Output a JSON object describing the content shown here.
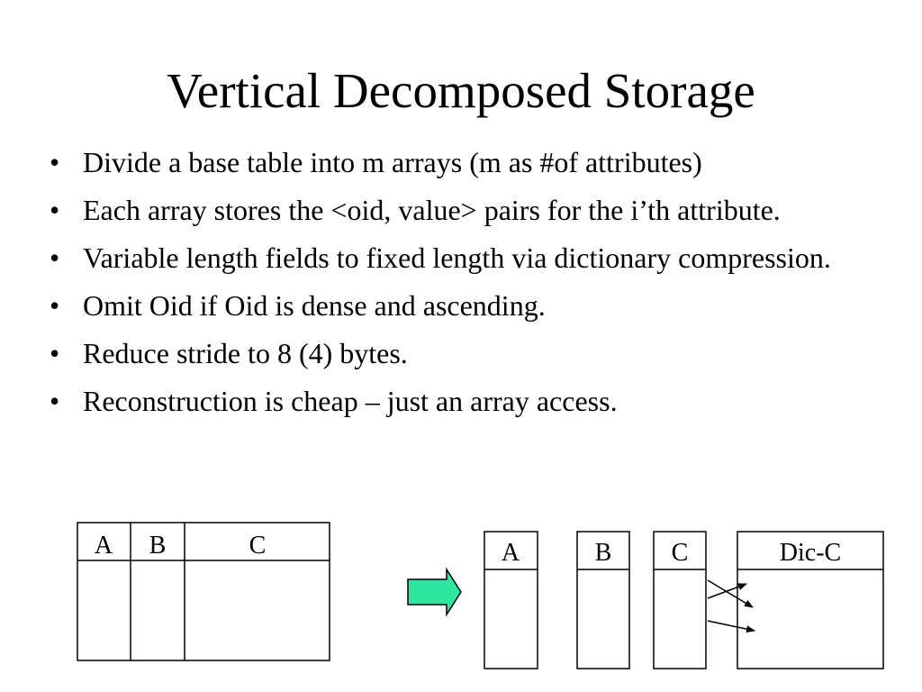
{
  "slide": {
    "title": "Vertical Decomposed Storage",
    "bullet_glyph": "•",
    "bullets": [
      "Divide a base table into m arrays (m as #of attributes)",
      "Each array stores the <oid, value> pairs for the i’th attribute.",
      "Variable length fields to fixed length via dictionary compression.",
      "Omit Oid if Oid is dense and ascending.",
      "Reduce stride to 8 (4) bytes.",
      "Reconstruction is cheap – just an array access."
    ]
  },
  "diagram": {
    "base_table": {
      "columns": [
        "A",
        "B",
        "C"
      ]
    },
    "arrow_color": "#2ee6a0",
    "arrays": [
      "A",
      "B",
      "C",
      "Dic-C"
    ]
  }
}
